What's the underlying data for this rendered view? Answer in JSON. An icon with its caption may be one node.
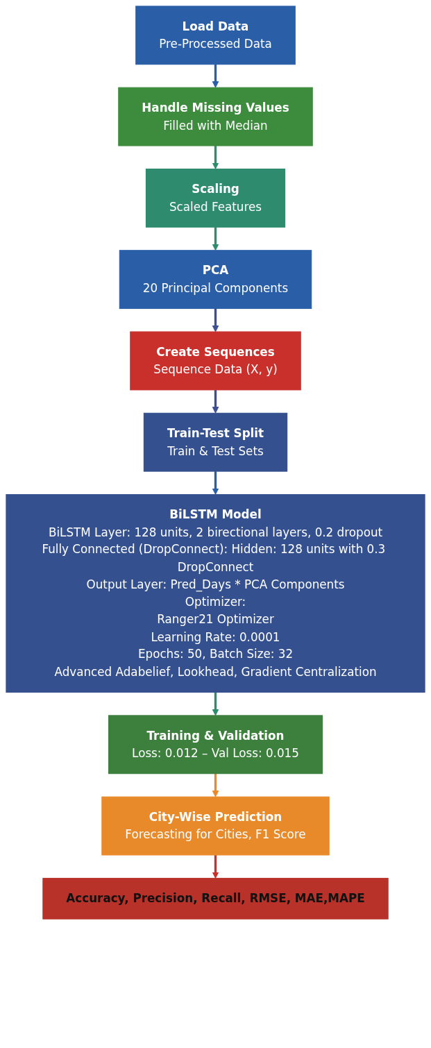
{
  "diagram": {
    "nodes": [
      {
        "text": [
          "Load Data",
          "Pre-Processed Data"
        ]
      },
      {
        "text": [
          "Handle Missing Values",
          "Filled with Median"
        ]
      },
      {
        "text": [
          "Scaling",
          "Scaled Features"
        ]
      },
      {
        "text": [
          "PCA",
          "20 Principal Components"
        ]
      },
      {
        "text": [
          "Create Sequences",
          "Sequence Data (X, y)"
        ]
      },
      {
        "text": [
          "Train-Test Split",
          "Train & Test Sets"
        ]
      },
      {
        "text": [
          "BiLSTM Model",
          "BiLSTM Layer: 128 units, 2 birectional layers, 0.2 dropout",
          "Fully Connected (DropConnect): Hidden: 128 units with 0.3 DropConnect",
          "Output Layer: Pred_Days * PCA Components",
          "Optimizer:",
          "Ranger21 Optimizer",
          "Learning Rate: 0.0001",
          "Epochs: 50, Batch Size: 32",
          "Advanced Adabelief, Lookhead, Gradient Centralization"
        ]
      },
      {
        "text": [
          "Training & Validation",
          "Loss: 0.012 – Val Loss: 0.015"
        ]
      },
      {
        "text": [
          "City-Wise Prediction",
          "Forecasting for Cities, F1 Score"
        ]
      },
      {
        "text": [
          "Accuracy, Precision, Recall, RMSE, MAE,MAPE"
        ]
      }
    ],
    "edges": [
      {
        "from": 0,
        "to": 1,
        "arrow": "to",
        "color": "#2a5fa8"
      },
      {
        "from": 1,
        "to": 2,
        "arrow": "to",
        "color": "#2e8b6e"
      },
      {
        "from": 2,
        "to": 3,
        "arrow": "to",
        "color": "#2e8b6e"
      },
      {
        "from": 3,
        "to": 4,
        "arrow": "to",
        "color": "#3d4f8f"
      },
      {
        "from": 4,
        "to": 5,
        "arrow": "to",
        "color": "#3d4f8f"
      },
      {
        "from": 5,
        "to": 6,
        "arrow": "to",
        "color": "#2a5fa8"
      },
      {
        "from": 6,
        "to": 7,
        "arrow": "to",
        "color": "#2e8b6e"
      },
      {
        "from": 7,
        "to": 8,
        "arrow": "to",
        "color": "#e8892a"
      },
      {
        "from": 8,
        "to": 9,
        "arrow": "to",
        "color": "#c9302c"
      }
    ]
  }
}
